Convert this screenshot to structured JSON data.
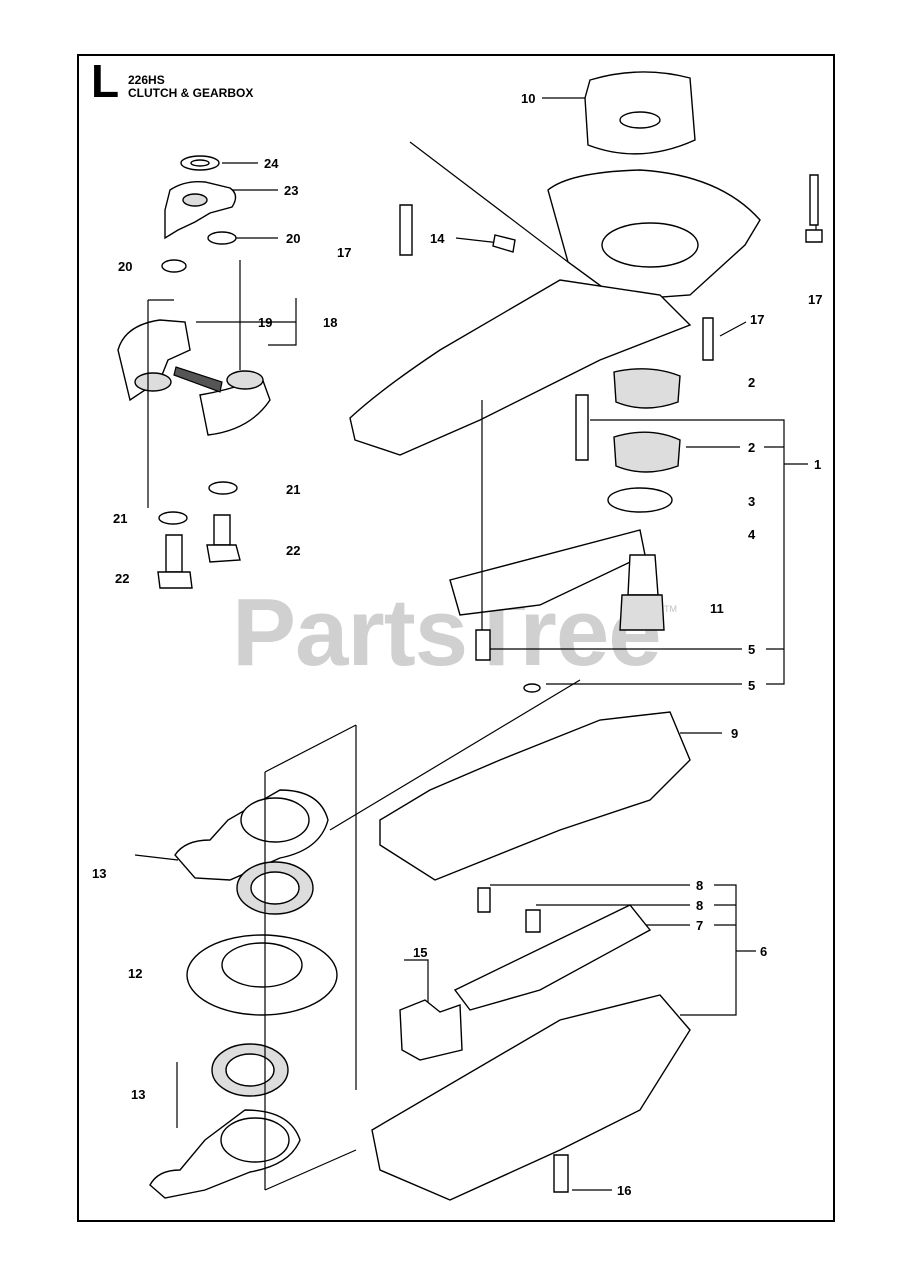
{
  "header": {
    "section_letter": "L",
    "model": "226HS",
    "title": "CLUTCH & GEARBOX"
  },
  "watermark": {
    "text": "PartsTree",
    "trademark": "TM"
  },
  "callouts": [
    {
      "id": "c1",
      "label": "1"
    },
    {
      "id": "c2a",
      "label": "2"
    },
    {
      "id": "c2b",
      "label": "2"
    },
    {
      "id": "c3",
      "label": "3"
    },
    {
      "id": "c4",
      "label": "4"
    },
    {
      "id": "c5a",
      "label": "5"
    },
    {
      "id": "c5b",
      "label": "5"
    },
    {
      "id": "c6",
      "label": "6"
    },
    {
      "id": "c7",
      "label": "7"
    },
    {
      "id": "c8a",
      "label": "8"
    },
    {
      "id": "c8b",
      "label": "8"
    },
    {
      "id": "c9",
      "label": "9"
    },
    {
      "id": "c10",
      "label": "10"
    },
    {
      "id": "c11",
      "label": "11"
    },
    {
      "id": "c12",
      "label": "12"
    },
    {
      "id": "c13a",
      "label": "13"
    },
    {
      "id": "c13b",
      "label": "13"
    },
    {
      "id": "c14",
      "label": "14"
    },
    {
      "id": "c15",
      "label": "15"
    },
    {
      "id": "c16",
      "label": "16"
    },
    {
      "id": "c17a",
      "label": "17"
    },
    {
      "id": "c17b",
      "label": "17"
    },
    {
      "id": "c17c",
      "label": "17"
    },
    {
      "id": "c18",
      "label": "18"
    },
    {
      "id": "c19",
      "label": "19"
    },
    {
      "id": "c20a",
      "label": "20"
    },
    {
      "id": "c20b",
      "label": "20"
    },
    {
      "id": "c21a",
      "label": "21"
    },
    {
      "id": "c21b",
      "label": "21"
    },
    {
      "id": "c22a",
      "label": "22"
    },
    {
      "id": "c22b",
      "label": "22"
    },
    {
      "id": "c23",
      "label": "23"
    },
    {
      "id": "c24",
      "label": "24"
    }
  ]
}
